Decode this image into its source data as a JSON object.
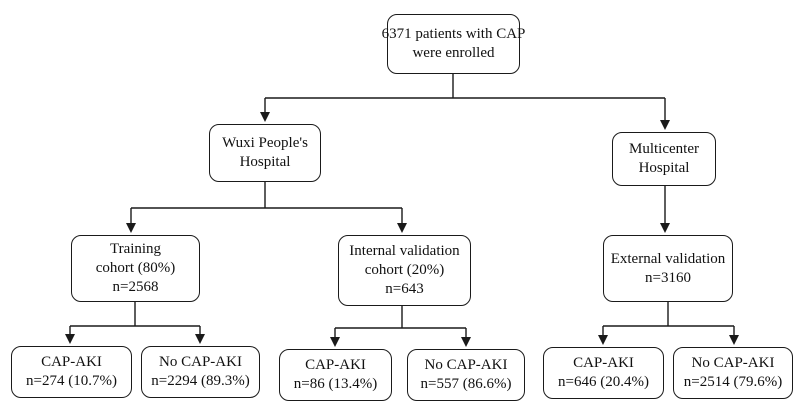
{
  "nodes": {
    "root": {
      "lines": [
        "6371 patients with CAP",
        "were enrolled"
      ]
    },
    "wuxi": {
      "lines": [
        "Wuxi People's",
        "Hospital"
      ]
    },
    "multicenter": {
      "lines": [
        "Multicenter",
        "Hospital"
      ]
    },
    "training": {
      "lines": [
        "Training",
        "cohort (80%)",
        "n=2568"
      ]
    },
    "internal": {
      "lines": [
        "Internal validation",
        "cohort (20%)",
        "n=643"
      ]
    },
    "external": {
      "lines": [
        "External validation",
        "n=3160"
      ]
    },
    "train_aki": {
      "lines": [
        "CAP-AKI",
        "n=274 (10.7%)"
      ]
    },
    "train_noaki": {
      "lines": [
        "No CAP-AKI",
        "n=2294 (89.3%)"
      ]
    },
    "int_aki": {
      "lines": [
        "CAP-AKI",
        "n=86 (13.4%)"
      ]
    },
    "int_noaki": {
      "lines": [
        "No CAP-AKI",
        "n=557 (86.6%)"
      ]
    },
    "ext_aki": {
      "lines": [
        "CAP-AKI",
        "n=646 (20.4%)"
      ]
    },
    "ext_noaki": {
      "lines": [
        "No CAP-AKI",
        "n=2514 (79.6%)"
      ]
    }
  },
  "colors": {
    "stroke": "#1a1a1a",
    "text": "#111111",
    "background": "#ffffff"
  }
}
